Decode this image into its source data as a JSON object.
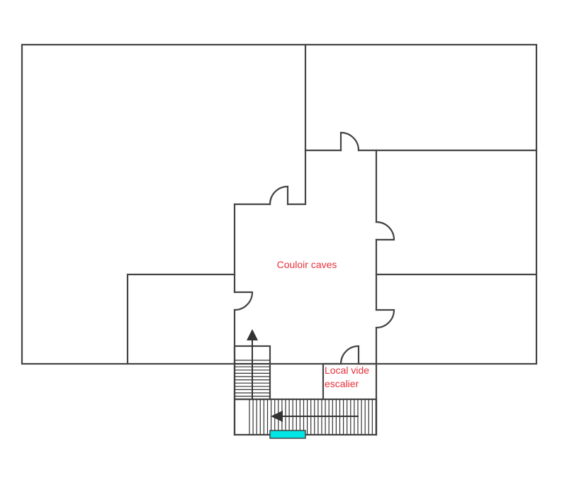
{
  "labels": {
    "corridor": "Couloir caves",
    "stair_void_line1": "Local vide",
    "stair_void_line2": "escalier"
  },
  "colors": {
    "walls": "#444444",
    "label_text": "#e8303a",
    "highlight": "#00e5e5"
  }
}
